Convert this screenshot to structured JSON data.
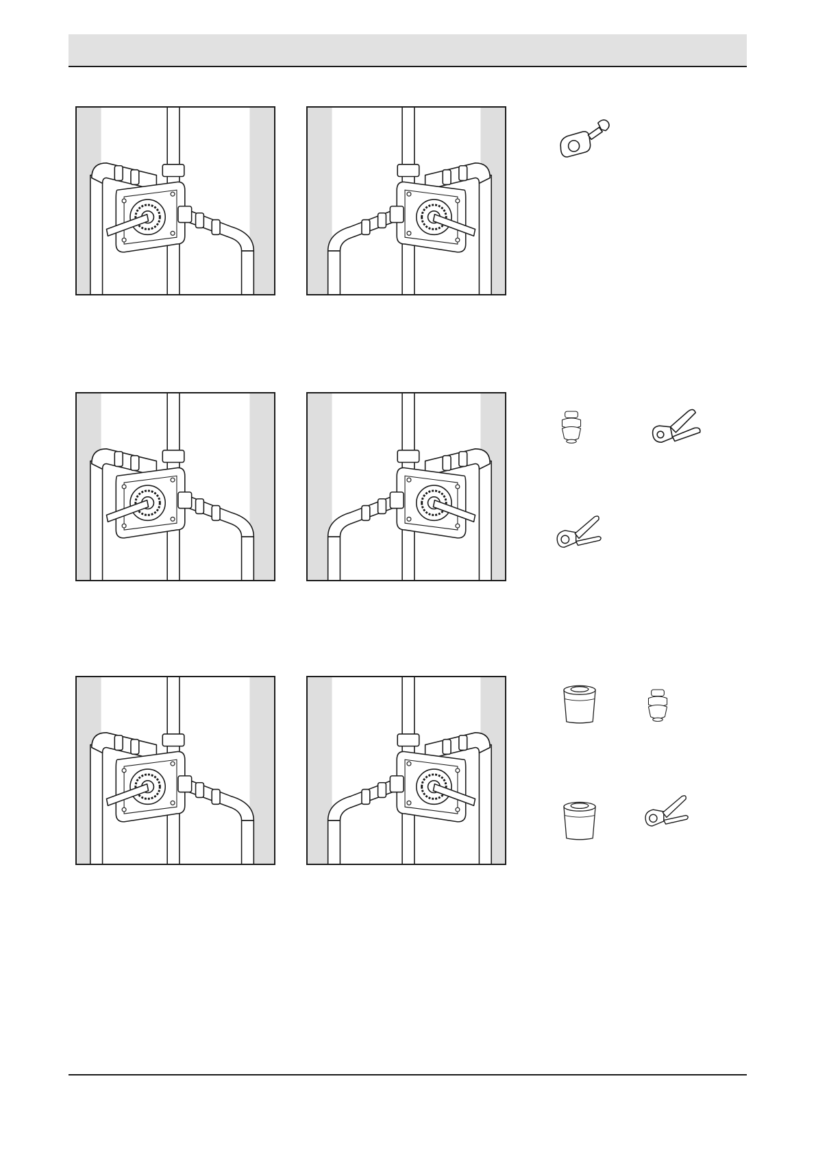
{
  "page": {
    "background": "#ffffff",
    "header_band_color": "#e1e1e1",
    "rule_color": "#1a1a1a",
    "wall_stud_color": "#dedede"
  },
  "rows": [
    {
      "pipe_type": "copper",
      "panels": [
        {
          "view": "valve-front-view",
          "mirrored": false
        },
        {
          "view": "valve-rear-view",
          "mirrored": true
        }
      ],
      "tools": [
        "tubing-cutter-icon"
      ]
    },
    {
      "pipe_type": "pex",
      "panels": [
        {
          "view": "valve-front-view",
          "mirrored": false
        },
        {
          "view": "valve-rear-view",
          "mirrored": true
        }
      ],
      "tools": [
        "deburr-tool-icon",
        "crimp-tool-icon",
        "pipe-cutter-icon"
      ]
    },
    {
      "pipe_type": "cpvc",
      "panels": [
        {
          "view": "valve-front-view",
          "mirrored": false
        },
        {
          "view": "valve-rear-view",
          "mirrored": true
        }
      ],
      "tools": [
        "primer-can-icon",
        "deburr-tool-icon",
        "cement-can-icon",
        "pipe-cutter-icon"
      ]
    }
  ]
}
